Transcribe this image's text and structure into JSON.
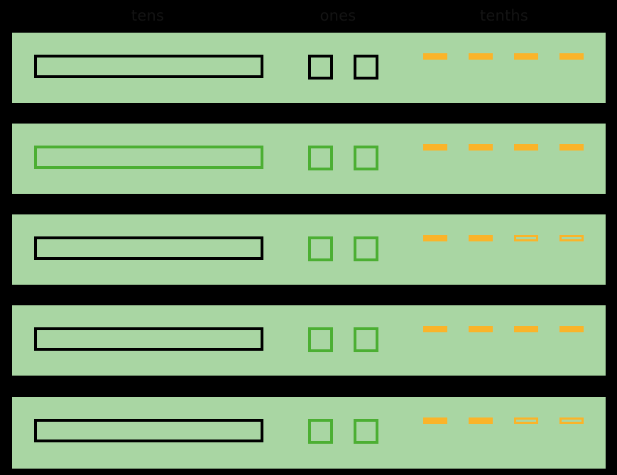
{
  "header": {
    "labels": [
      {
        "id": "tens",
        "text": "tens"
      },
      {
        "id": "ones",
        "text": "ones"
      },
      {
        "id": "tenths",
        "text": "tenths"
      }
    ]
  },
  "colors": {
    "background": "#000000",
    "row_fill": "#A9D6A3",
    "stroke_black": "#000000",
    "stroke_green": "#4CAF33",
    "tenth_orange": "#FAB42A",
    "label_text": "#141414"
  },
  "legend": {
    "rod_name": "tens-rod",
    "unit_name": "ones-unit",
    "dash_name": "tenths-strip"
  },
  "rows": [
    {
      "index": 1,
      "name": "place-value-row-1",
      "tens": {
        "count": 1,
        "stroke": "black"
      },
      "ones": {
        "count": 2,
        "stroke": "black"
      },
      "tenths": {
        "count": 4,
        "filled": [
          true,
          true,
          true,
          true
        ]
      },
      "value": "12.4"
    },
    {
      "index": 2,
      "name": "place-value-row-2",
      "tens": {
        "count": 1,
        "stroke": "green"
      },
      "ones": {
        "count": 2,
        "stroke": "green"
      },
      "tenths": {
        "count": 4,
        "filled": [
          true,
          true,
          true,
          true
        ]
      },
      "value": "12.4"
    },
    {
      "index": 3,
      "name": "place-value-row-3",
      "tens": {
        "count": 1,
        "stroke": "black"
      },
      "ones": {
        "count": 2,
        "stroke": "green"
      },
      "tenths": {
        "count": 4,
        "filled": [
          true,
          true,
          false,
          false
        ]
      },
      "value": "12.2"
    },
    {
      "index": 4,
      "name": "place-value-row-4",
      "tens": {
        "count": 1,
        "stroke": "black"
      },
      "ones": {
        "count": 2,
        "stroke": "green"
      },
      "tenths": {
        "count": 4,
        "filled": [
          true,
          true,
          true,
          true
        ]
      },
      "value": "12.4"
    },
    {
      "index": 5,
      "name": "place-value-row-5",
      "tens": {
        "count": 1,
        "stroke": "black"
      },
      "ones": {
        "count": 2,
        "stroke": "green"
      },
      "tenths": {
        "count": 4,
        "filled": [
          true,
          true,
          false,
          false
        ]
      },
      "value": "12.2"
    }
  ]
}
